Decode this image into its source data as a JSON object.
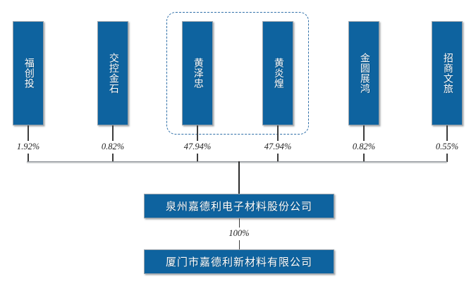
{
  "diagram": {
    "type": "ownership-structure-chart",
    "background_color": "#ffffff",
    "box_color": "#0E639F",
    "dashed_group_color": "#2f6fa8",
    "line_color": "#3d3d3d"
  },
  "shareholders": [
    {
      "name": "福创投",
      "percent": "1.92%",
      "grouped": false
    },
    {
      "name": "交控金石",
      "percent": "0.82%",
      "grouped": false
    },
    {
      "name": "黄泽忠",
      "percent": "47.94%",
      "grouped": true
    },
    {
      "name": "黄炎煌",
      "percent": "47.94%",
      "grouped": true
    },
    {
      "name": "金圆展鸿",
      "percent": "0.82%",
      "grouped": false
    },
    {
      "name": "招商文旅",
      "percent": "0.55%",
      "grouped": false
    }
  ],
  "companies": {
    "parent": "泉州嘉德利电子材料股份公司",
    "subsidiary": "厦门市嘉德利新材料有限公司",
    "ownership_percent": "100%"
  }
}
